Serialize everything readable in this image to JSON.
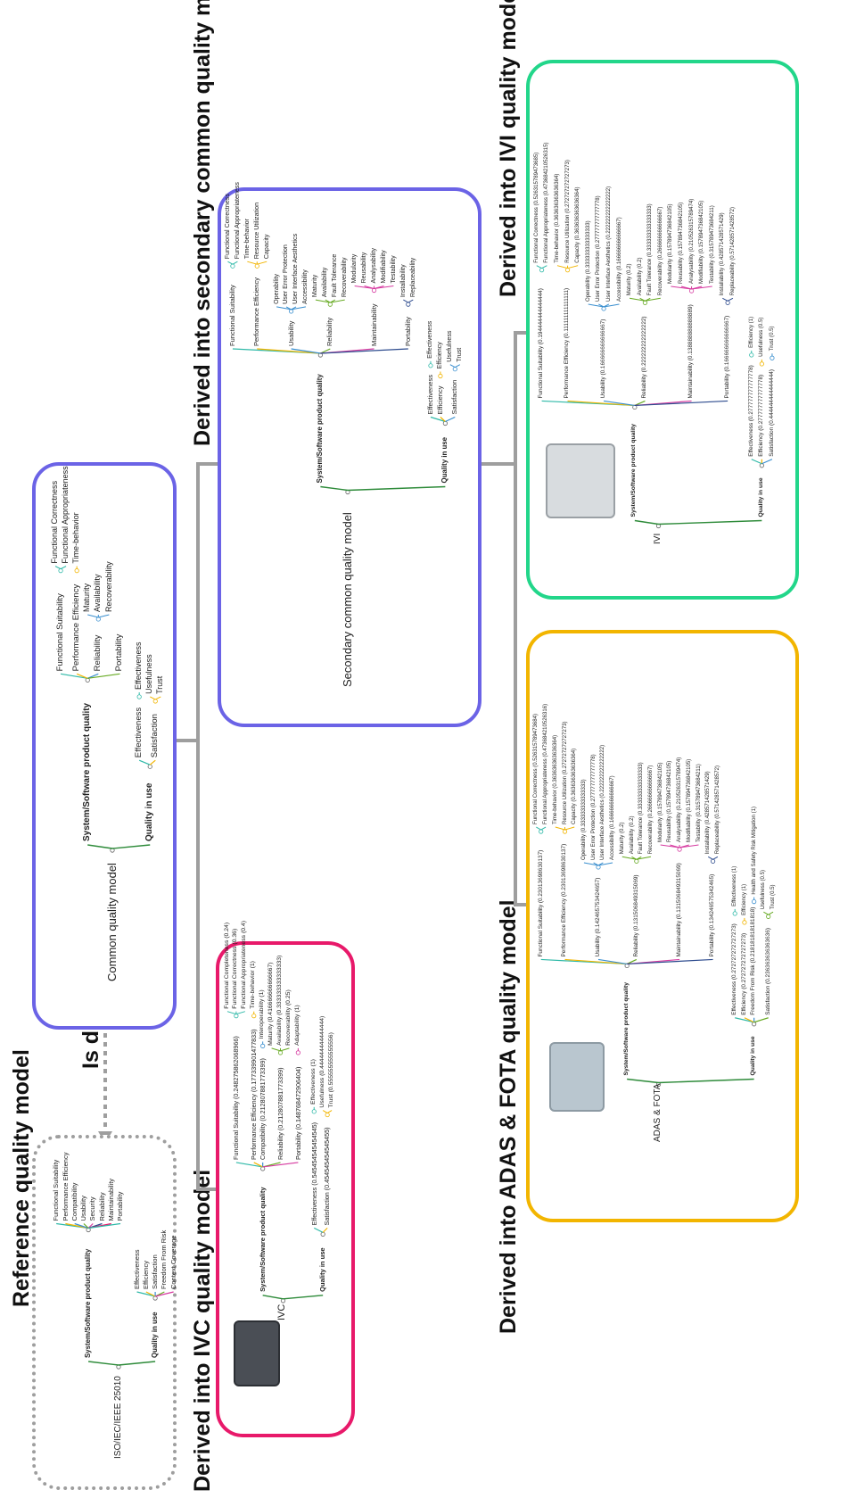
{
  "headings": {
    "reference": "Reference quality model",
    "derived_from": "Is derived from",
    "ivc": "Derived into IVC quality model",
    "secondary": "Derived into secondary common quality model",
    "adas": "Derived into ADAS & FOTA quality model",
    "ivi": "Derived into IVI quality model"
  },
  "colors": {
    "reference": "#9e9e9e",
    "common": "#6b63e6",
    "ivc": "#e8196a",
    "secondary": "#6b63e6",
    "adas": "#f2b500",
    "ivi": "#22d68a",
    "arrow": "#9e9e9e",
    "branch_palette": [
      "#2fb9a8",
      "#f2b500",
      "#3a8fcf",
      "#66aa22",
      "#d63aa0",
      "#2d4b8e",
      "#e8196a"
    ]
  },
  "models": [
    {
      "id": "reference",
      "root": "ISO/IEC/IEEE 25010",
      "groups": [
        {
          "label": "System/Software product quality",
          "children": [
            {
              "label": "Functional Suitability"
            },
            {
              "label": "Performance Efficiency"
            },
            {
              "label": "Compatibility"
            },
            {
              "label": "Usability"
            },
            {
              "label": "Security"
            },
            {
              "label": "Reliability"
            },
            {
              "label": "Maintainability"
            },
            {
              "label": "Portability"
            }
          ]
        },
        {
          "label": "Quality in use",
          "children": [
            {
              "label": "Effectiveness"
            },
            {
              "label": "Efficiency"
            },
            {
              "label": "Satisfaction"
            },
            {
              "label": "Freedom From Risk"
            },
            {
              "label": "Context Coverage"
            }
          ]
        }
      ]
    },
    {
      "id": "common",
      "root": "Common quality model",
      "groups": [
        {
          "label": "System/Software product quality",
          "children": [
            {
              "label": "Functional Suitability",
              "children": [
                "Functional Correctness",
                "Functional Appropriateness"
              ]
            },
            {
              "label": "Performance Efficiency",
              "children": [
                "Time-behavior"
              ]
            },
            {
              "label": "Reliability",
              "children": [
                "Maturity",
                "Availability",
                "Recoverability"
              ]
            },
            {
              "label": "Portability",
              "children": []
            }
          ]
        },
        {
          "label": "Quality in use",
          "children": [
            {
              "label": "Effectiveness",
              "children": [
                "Effectiveness"
              ]
            },
            {
              "label": "Satisfaction",
              "children": [
                "Usefulness",
                "Trust"
              ]
            }
          ]
        }
      ]
    },
    {
      "id": "ivc",
      "root": "IVC",
      "groups": [
        {
          "label": "System/Software product quality",
          "children": [
            {
              "label": "Functional Suitability (0.248275862068966)",
              "children": [
                "Functional Completeness (0.24)",
                "Functional Correctness (0.36)",
                "Functional Appropriateness (0.4)"
              ]
            },
            {
              "label": "Performance Efficiency (0.177339901477833)",
              "children": [
                "Time-behavior (1)"
              ]
            },
            {
              "label": "Compatibility (0.212807881773399)",
              "children": [
                "Interoperability (1)"
              ]
            },
            {
              "label": "Reliability (0.212807881773399)",
              "children": [
                "Maturity (0.416666666666667)",
                "Availability (0.333333333333333)",
                "Recoverability (0.25)"
              ]
            },
            {
              "label": "Portability (0.148768472906404)",
              "children": [
                "Adaptability (1)"
              ]
            }
          ]
        },
        {
          "label": "Quality in use",
          "children": [
            {
              "label": "Effectiveness (0.545454545454545)",
              "children": [
                "Effectiveness (1)"
              ]
            },
            {
              "label": "Satisfaction (0.454545454545455)",
              "children": [
                "Usefulness (0.444444444444444)",
                "Trust (0.555555555555556)"
              ]
            }
          ]
        }
      ]
    },
    {
      "id": "secondary",
      "root": "Secondary common quality model",
      "groups": [
        {
          "label": "System/Software product quality",
          "children": [
            {
              "label": "Functional Suitability",
              "children": [
                "Functional Correctness",
                "Functional Appropriateness"
              ]
            },
            {
              "label": "Performance Efficiency",
              "children": [
                "Time-behavior",
                "Resource Utilization",
                "Capacity"
              ]
            },
            {
              "label": "Usability",
              "children": [
                "Operability",
                "User Error Protection",
                "User Interface Aesthetics",
                "Accessibility"
              ]
            },
            {
              "label": "Reliability",
              "children": [
                "Maturity",
                "Availability",
                "Fault Tolerance",
                "Recoverability"
              ]
            },
            {
              "label": "Maintainability",
              "children": [
                "Modularity",
                "Reusability",
                "Analysability",
                "Modifiability",
                "Testability"
              ]
            },
            {
              "label": "Portability",
              "children": [
                "Installability",
                "Replaceability"
              ]
            }
          ]
        },
        {
          "label": "Quality in use",
          "children": [
            {
              "label": "Effectiveness",
              "children": [
                "Effectiveness"
              ]
            },
            {
              "label": "Efficiency",
              "children": [
                "Efficiency"
              ]
            },
            {
              "label": "Satisfaction",
              "children": [
                "Usefulness",
                "Trust"
              ]
            }
          ]
        }
      ]
    },
    {
      "id": "adas",
      "root": "ADAS & FOTA",
      "groups": [
        {
          "label": "System/Software product quality",
          "children": [
            {
              "label": "Functional Suitability (0.23013698630137)",
              "children": [
                "Functional Correctness (0.526315789473684)",
                "Functional Appropriateness (0.473684210526316)"
              ]
            },
            {
              "label": "Performance Efficiency (0.23013698630137)",
              "children": [
                "Time-behavior (0.363636363636364)",
                "Resource Utilization (0.272727272727273)",
                "Capacity (0.363636363636364)"
              ]
            },
            {
              "label": "Usability (0.142465753424657)",
              "children": [
                "Operability (0.333333333333333)",
                "User Error Protection (0.277777777777778)",
                "User Interface Aesthetics (0.222222222222222)",
                "Accessibility (0.166666666666667)"
              ]
            },
            {
              "label": "Reliability (0.131506849315069)",
              "children": [
                "Maturity (0.2)",
                "Availability (0.2)",
                "Fault Tolerance (0.333333333333333)",
                "Recoverability (0.266666666666667)"
              ]
            },
            {
              "label": "Maintainability (0.131506849315069)",
              "children": [
                "Modularity (0.157894736842105)",
                "Reusability (0.157894736842105)",
                "Analysability (0.210526315789474)",
                "Modifiability (0.157894736842105)",
                "Testability (0.315789473684211)"
              ]
            },
            {
              "label": "Portability (0.134246575342465)",
              "children": [
                "Installability (0.428571428571429)",
                "Replaceability (0.571428571428572)"
              ]
            }
          ]
        },
        {
          "label": "Quality in use",
          "children": [
            {
              "label": "Effectiveness (0.272727272727273)",
              "children": [
                "Effectiveness (1)"
              ]
            },
            {
              "label": "Efficiency (0.272727272727273)",
              "children": [
                "Efficiency (1)"
              ]
            },
            {
              "label": "Freedom From Risk (0.218181818181818)",
              "children": [
                "Health and Safety Risk Mitigation (1)"
              ]
            },
            {
              "label": "Satisfaction (0.236363636363636)",
              "children": [
                "Usefulness (0.5)",
                "Trust (0.5)"
              ]
            }
          ]
        }
      ]
    },
    {
      "id": "ivi",
      "root": "IVI",
      "groups": [
        {
          "label": "System/Software product quality",
          "children": [
            {
              "label": "Functional Suitability (0.194444444444444)",
              "children": [
                "Functional Correctness (0.526315789473685)",
                "Functional Appropriateness (0.473684210526315)"
              ]
            },
            {
              "label": "Performance Efficiency (0.111111111111111)",
              "children": [
                "Time-behavior (0.363636363636364)",
                "Resource Utilization (0.272727272727273)",
                "Capacity (0.363636363636364)"
              ]
            },
            {
              "label": "Usability (0.166666666666667)",
              "children": [
                "Operability (0.333333333333333)",
                "User Error Protection (0.277777777777778)",
                "User Interface Aesthetics (0.222222222222222)",
                "Accessibility (0.166666666666667)"
              ]
            },
            {
              "label": "Reliability (0.222222222222222)",
              "children": [
                "Maturity (0.2)",
                "Availability (0.2)",
                "Fault Tolerance (0.333333333333333)",
                "Recoverability (0.266666666666667)"
              ]
            },
            {
              "label": "Maintainability (0.138888888888889)",
              "children": [
                "Modularity (0.157894736842105)",
                "Reusability (0.157894736842105)",
                "Analysability (0.210526315789474)",
                "Modifiability (0.157894736842105)",
                "Testability (0.315789473684211)"
              ]
            },
            {
              "label": "Portability (0.166666666666667)",
              "children": [
                "Installability (0.428571428571429)",
                "Replaceability (0.571428571428572)"
              ]
            }
          ]
        },
        {
          "label": "Quality in use",
          "children": [
            {
              "label": "Effectiveness (0.277777777777778)",
              "children": [
                "Efficiency (1)"
              ]
            },
            {
              "label": "Efficiency (0.277777777777778)",
              "children": [
                "Usefulness (0.5)"
              ]
            },
            {
              "label": "Satisfaction (0.444444444444444)",
              "children": [
                "Trust (0.5)"
              ]
            }
          ]
        }
      ]
    }
  ]
}
